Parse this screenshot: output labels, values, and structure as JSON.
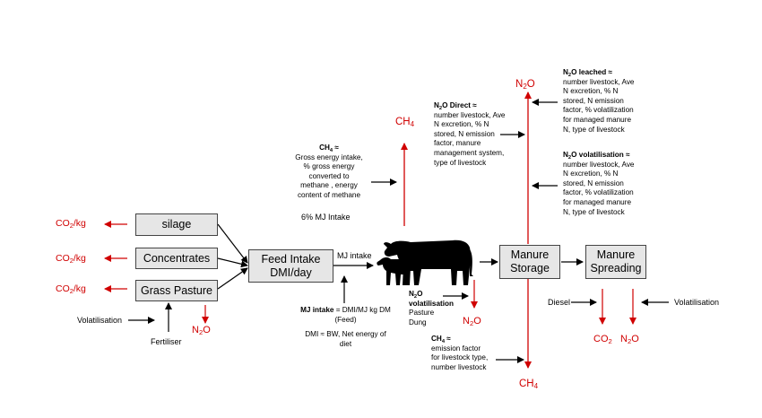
{
  "colors": {
    "emission": "#d00000",
    "box_fill": "#e6e6e6",
    "box_border": "#444444"
  },
  "feed": {
    "silage": "silage",
    "concentrates": "Concentrates",
    "grass_pasture": "Grass Pasture"
  },
  "feed_intake": {
    "line1": "Feed Intake",
    "line2": "DMI/day"
  },
  "manure_storage": {
    "line1": "Manure",
    "line2": "Storage"
  },
  "manure_spreading": {
    "line1": "Manure",
    "line2": "Spreading"
  },
  "emissions": {
    "co2_kg_base": "CO",
    "co2_kg_sub": "2",
    "co2_kg_suffix": "/kg",
    "n2o_base": "N",
    "n2o_sub": "2",
    "n2o_suffix": "O",
    "ch4_base": "CH",
    "ch4_sub": "4",
    "co2_base": "CO",
    "co2_sub": "2"
  },
  "labels": {
    "volatilisation": "Volatilisation",
    "fertiliser": "Fertiliser",
    "mj_intake": "MJ intake",
    "mj_6pct": "6% MJ Intake",
    "diesel": "Diesel",
    "volatilisation_right": "Volatilisation"
  },
  "notes": {
    "ch4_enteric": {
      "title_base": "CH",
      "title_sub": "4",
      "title_suffix": " ≈",
      "lines": [
        "Gross energy intake,",
        "% gross energy",
        "converted to",
        "methane , energy",
        "content of methane"
      ]
    },
    "mj_intake_formula": {
      "bold": "MJ intake",
      "rest": " = DMI/MJ kg DM",
      "line2": "(Feed)",
      "line3": "DMI ≈ BW, Net energy of",
      "line4": "diet"
    },
    "n2o_pasture": {
      "title_base": "N",
      "title_sub": "2",
      "title_suffix": "O",
      "title_line2": "volatilisation",
      "lines": [
        "Pasture",
        "Dung"
      ]
    },
    "ch4_manure": {
      "title_base": "CH",
      "title_sub": "4",
      "title_suffix": " ≈",
      "lines": [
        "emission factor",
        "for livestock type,",
        "number livestock"
      ]
    },
    "n2o_direct": {
      "title_base": "N",
      "title_sub": "2",
      "title_suffix": "O Direct ≈",
      "lines": [
        "number livestock, Ave",
        "N excretion, % N",
        "stored, N emission",
        "factor, manure",
        "management system,",
        "type of livestock"
      ]
    },
    "n2o_leached": {
      "title_base": "N",
      "title_sub": "2",
      "title_suffix": "O leached ≈",
      "lines": [
        "number livestock, Ave",
        "N excretion, % N",
        "stored, N emission",
        "factor, % volatilization",
        "for managed manure",
        "N, type of livestock"
      ]
    },
    "n2o_volatilisation": {
      "title_base": "N",
      "title_sub": "2",
      "title_suffix": "O volatilisation ≈",
      "lines": [
        "number livestock, Ave",
        "N excretion, % N",
        "stored, N emission",
        "factor, % volatilization",
        "for managed manure",
        "N, type of livestock"
      ]
    }
  }
}
